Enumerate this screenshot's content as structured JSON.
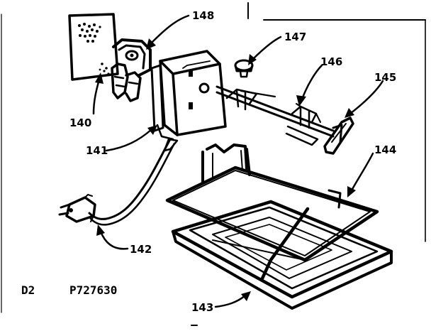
{
  "callouts": {
    "c140": "140",
    "c141": "141",
    "c142": "142",
    "c143": "143",
    "c144": "144",
    "c145": "145",
    "c146": "146",
    "c147": "147",
    "c148": "148"
  },
  "footer": {
    "figure_code": "D2",
    "part_number": "P727630"
  },
  "colors": {
    "ink": "#000000",
    "paper": "#ffffff"
  }
}
